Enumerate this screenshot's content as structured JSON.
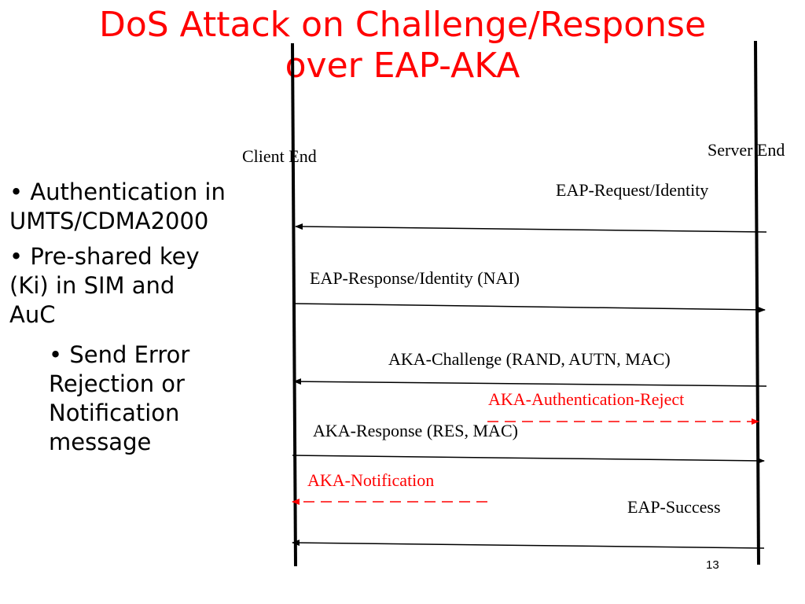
{
  "title": {
    "line1": "DoS Attack on Challenge/Response",
    "line2": "over EAP-AKA"
  },
  "bullets": [
    {
      "line1": "• Authentication in",
      "line2": "UMTS/CDMA2000"
    },
    {
      "line1": "• Pre-shared key",
      "line2": "(Ki) in SIM and",
      "line3": "AuC"
    }
  ],
  "sub_bullet": {
    "line1": "• Send Error",
    "line2": "Rejection or",
    "line3": "Notification",
    "line4": "message"
  },
  "lanes": {
    "client": "Client End",
    "server": "Server End"
  },
  "messages": [
    {
      "label": "EAP-Request/Identity",
      "direction": "server-to-client",
      "style": "solid"
    },
    {
      "label": "EAP-Response/Identity (NAI)",
      "direction": "client-to-server",
      "style": "solid"
    },
    {
      "label": "AKA-Challenge (RAND, AUTN, MAC)",
      "direction": "server-to-client",
      "style": "solid"
    },
    {
      "label": "AKA-Authentication-Reject",
      "direction": "client-to-server",
      "style": "dashed",
      "color": "#ff0000"
    },
    {
      "label": "AKA-Response (RES, MAC)",
      "direction": "client-to-server",
      "style": "solid"
    },
    {
      "label": "AKA-Notification",
      "direction": "server-to-client",
      "style": "dashed",
      "color": "#ff0000"
    },
    {
      "label": "EAP-Success",
      "direction": "server-to-client",
      "style": "solid"
    }
  ],
  "page_number": "13"
}
